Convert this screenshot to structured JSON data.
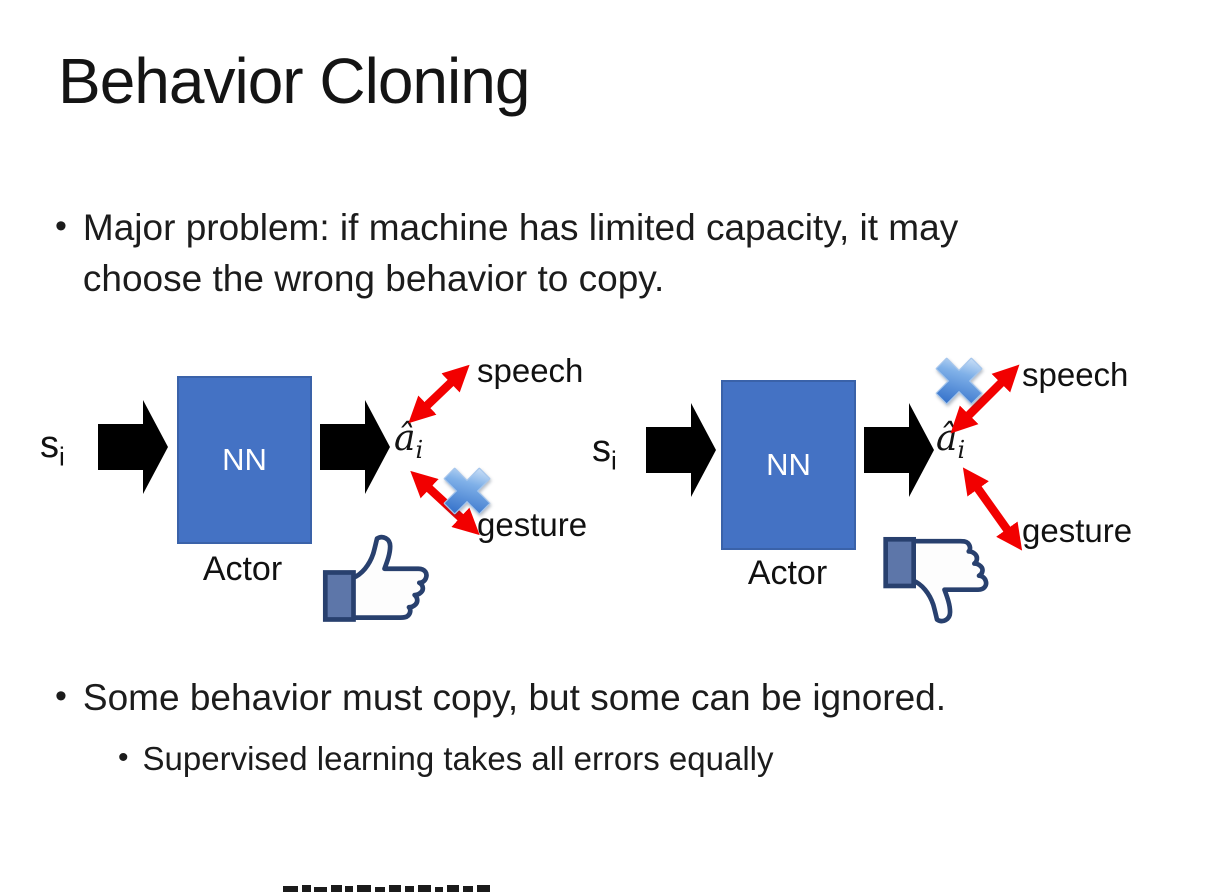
{
  "slide_title": "Behavior Cloning",
  "bullets": {
    "b1": "Major problem: if machine has limited capacity, it may choose the wrong behavior to copy.",
    "b2": "Some behavior must copy, but some can be ignored.",
    "b2_sub": "Supervised learning takes all errors equally"
  },
  "diagram_left": {
    "input": {
      "base": "s",
      "sub": "i"
    },
    "nn_label": "NN",
    "actor_label": "Actor",
    "output": {
      "base": "â",
      "sub": "i"
    },
    "speech_label": "speech",
    "gesture_label": "gesture",
    "crossed_out": "gesture",
    "feedback_icon": "thumbs-up"
  },
  "diagram_right": {
    "input": {
      "base": "s",
      "sub": "i"
    },
    "nn_label": "NN",
    "actor_label": "Actor",
    "output": {
      "base": "â",
      "sub": "i"
    },
    "speech_label": "speech",
    "gesture_label": "gesture",
    "crossed_out": "speech",
    "feedback_icon": "thumbs-down"
  },
  "colors": {
    "nn_box": "#4472C4",
    "block_arrow": "#000000",
    "relation_arrow_red": "#F20000",
    "cross_blue": "#3A76CC",
    "thumb_outline": "#28406E",
    "thumb_cuff": "#5D76A9",
    "text": "#1C1C1C",
    "background": "#FFFFFF"
  }
}
